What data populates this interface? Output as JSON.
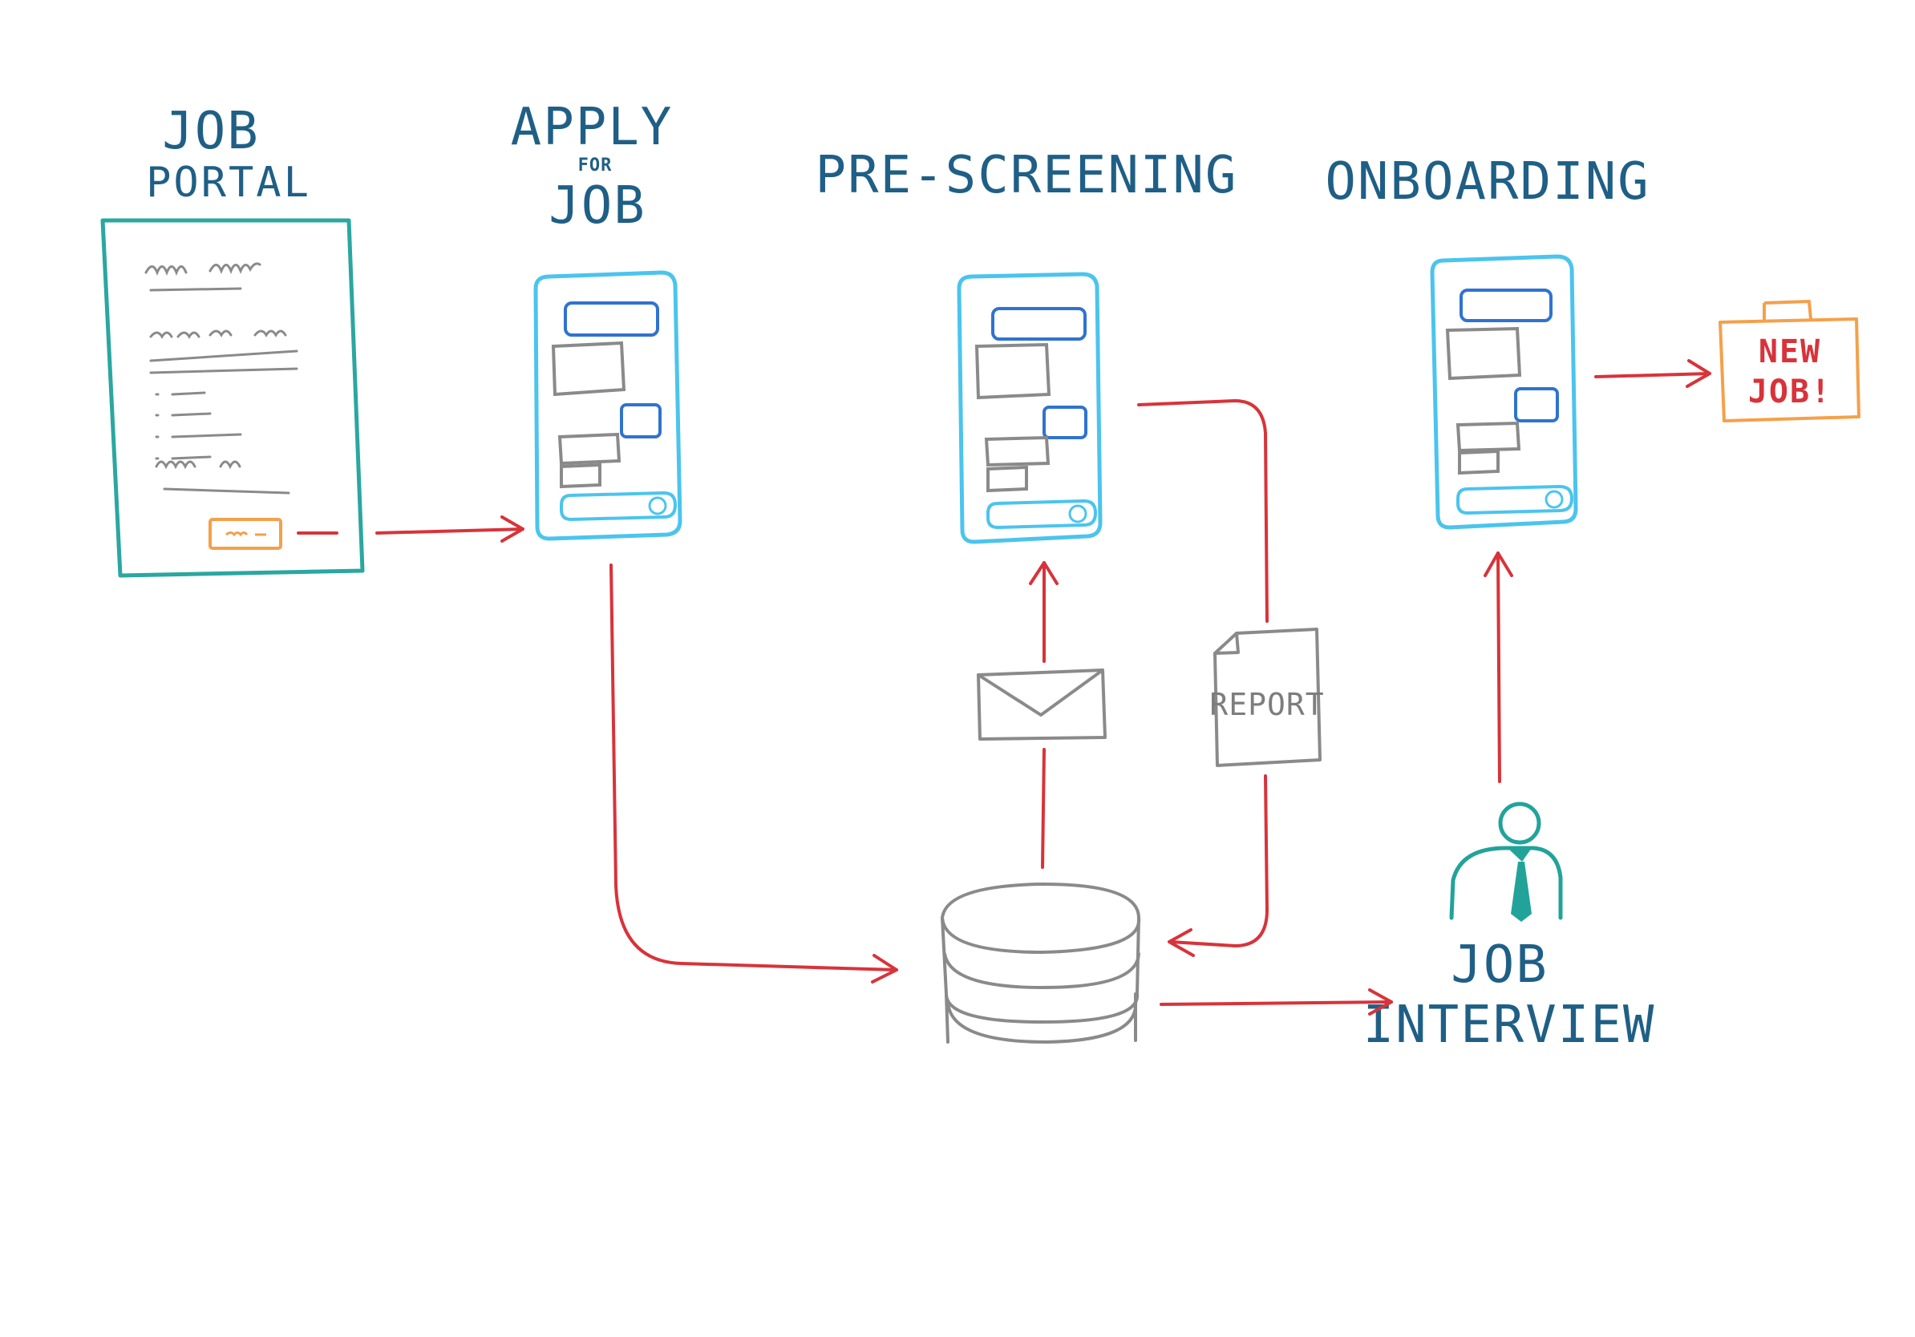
{
  "stages": {
    "job_portal": {
      "line1": "JOB",
      "line2": "PORTAL"
    },
    "apply": {
      "line1": "APPLY",
      "line2": "FOR",
      "line3": "JOB"
    },
    "prescreening": {
      "label": "PRE-SCREENING"
    },
    "onboarding": {
      "label": "ONBOARDING"
    },
    "interview": {
      "line1": "JOB",
      "line2": "INTERVIEW"
    }
  },
  "badges": {
    "new_job": {
      "line1": "NEW",
      "line2": "JOB!"
    },
    "report": "REPORT"
  },
  "colors": {
    "label_blue": "#1f5f86",
    "phone_outline": "#4bc4ee",
    "chat_blue": "#2f73cf",
    "chat_grey": "#8a8a8a",
    "arrow_red": "#d8333a",
    "portal_teal": "#2aa7a0",
    "accent_orange": "#f5a04a",
    "person_teal": "#22a39a"
  },
  "icons": [
    "job-portal-document-icon",
    "chat-phone-icon",
    "database-icon",
    "envelope-icon",
    "report-document-icon",
    "person-with-tie-icon",
    "briefcase-icon"
  ]
}
